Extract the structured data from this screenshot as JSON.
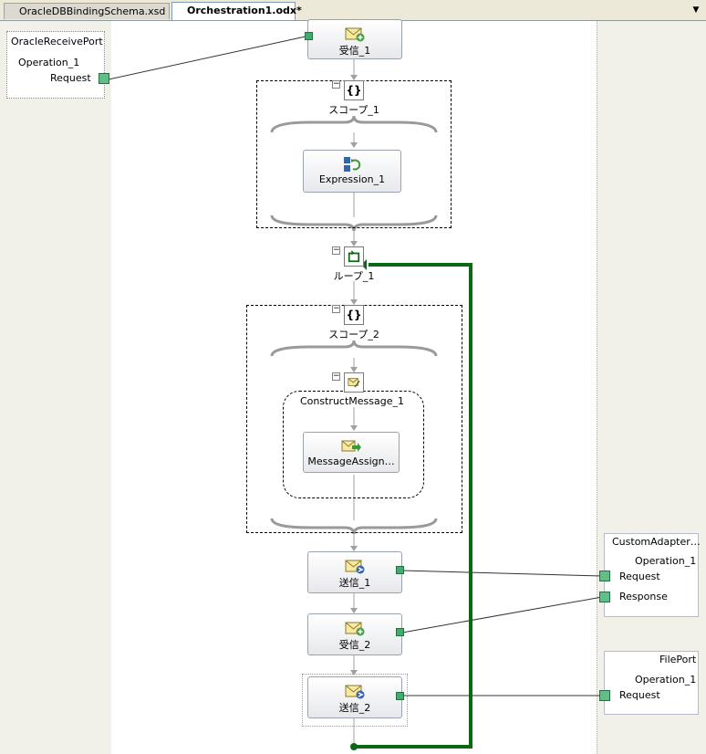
{
  "tabs": [
    {
      "label": "OracleDBBindingSchema.xsd",
      "active": false
    },
    {
      "label": "Orchestration1.odx*",
      "active": true
    }
  ],
  "tab_menu_icon": "chevron-down-icon",
  "ports_left": {
    "oracle": {
      "title": "OracleReceivePort",
      "operation": "Operation_1",
      "message": "Request"
    }
  },
  "ports_right": {
    "custom": {
      "title": "CustomAdapter…",
      "operation": "Operation_1",
      "request": "Request",
      "response": "Response"
    },
    "file": {
      "title": "FilePort",
      "operation": "Operation_1",
      "request": "Request"
    }
  },
  "shapes": {
    "receive1": {
      "label": "受信_1",
      "icon": "receive-envelope-icon"
    },
    "scope1": {
      "label": "スコープ_1",
      "icon": "scope-braces-icon"
    },
    "expression1": {
      "label": "Expression_1",
      "icon": "expression-icon"
    },
    "loop1": {
      "label": "ループ_1",
      "icon": "loop-icon"
    },
    "scope2": {
      "label": "スコープ_2",
      "icon": "scope-braces-icon"
    },
    "construct1": {
      "label": "ConstructMessage_1",
      "icon": "construct-message-icon"
    },
    "assign1": {
      "label": "MessageAssign…",
      "icon": "message-assign-icon"
    },
    "send1": {
      "label": "送信_1",
      "icon": "send-envelope-icon"
    },
    "receive2": {
      "label": "受信_2",
      "icon": "receive-envelope-icon"
    },
    "send2": {
      "label": "送信_2",
      "icon": "send-envelope-icon"
    }
  },
  "colors": {
    "loop_line": "#0a6a14",
    "connector": "#3fae6c",
    "canvas": "#ffffff",
    "lane": "#f1f0e9"
  }
}
